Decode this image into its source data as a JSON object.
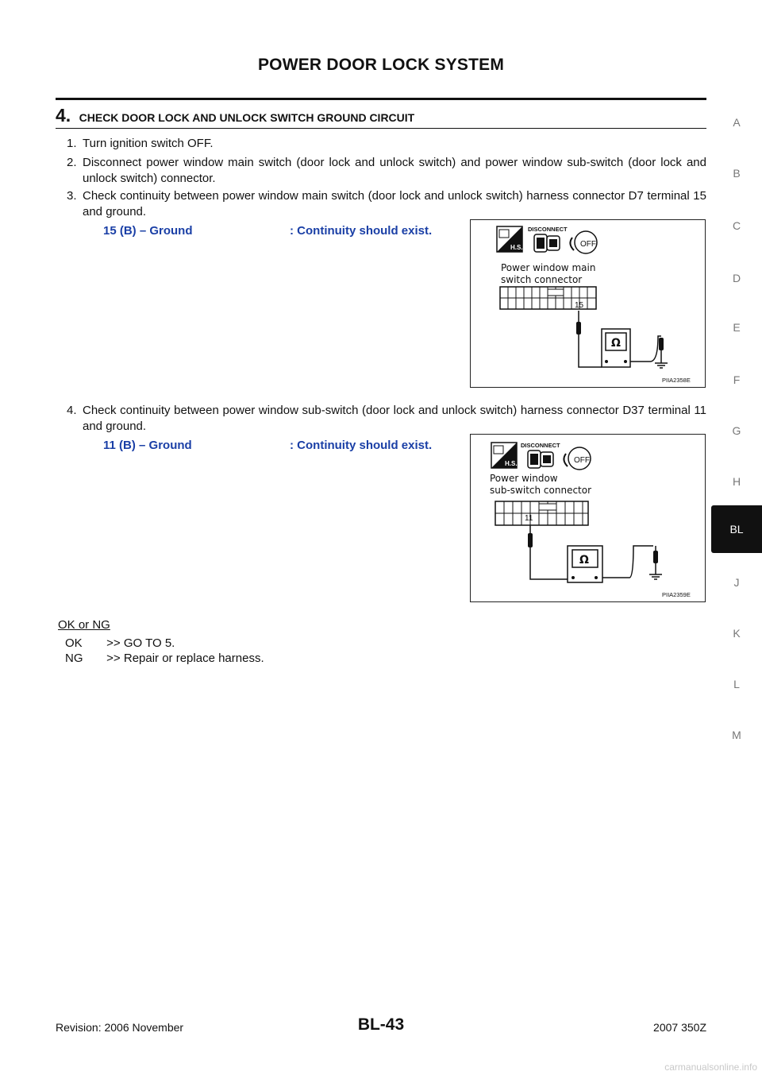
{
  "header": {
    "title": "POWER DOOR LOCK SYSTEM"
  },
  "step": {
    "number": "4.",
    "title": "CHECK DOOR LOCK AND UNLOCK SWITCH GROUND CIRCUIT"
  },
  "instructions": [
    {
      "num": "1.",
      "text": "Turn ignition switch OFF."
    },
    {
      "num": "2.",
      "text": "Disconnect power window main switch (door lock and unlock switch) and power window sub-switch (door lock and unlock switch) connector."
    },
    {
      "num": "3.",
      "text": "Check continuity between power window main switch (door lock and unlock switch) harness connector D7 terminal 15 and ground."
    },
    {
      "num": "4.",
      "text": "Check continuity between power window sub-switch (door lock and unlock switch) harness connector D37 terminal 11 and ground."
    }
  ],
  "checks": [
    {
      "terminal": "15 (B) – Ground",
      "result": ": Continuity should exist."
    },
    {
      "terminal": "11 (B) – Ground",
      "result": ": Continuity should exist."
    }
  ],
  "figures": [
    {
      "label_line1": "Power window main",
      "label_line2": "switch connector",
      "pin": "15",
      "code": "PIIA2358E",
      "disconnect": "DISCONNECT",
      "hs": "H.S.",
      "off": "OFF",
      "ohm": "Ω"
    },
    {
      "label_line1": "Power window",
      "label_line2": "sub-switch connector",
      "pin": "11",
      "code": "PIIA2359E",
      "disconnect": "DISCONNECT",
      "hs": "H.S.",
      "off": "OFF",
      "ohm": "Ω"
    }
  ],
  "ok_ng": {
    "heading": "OK or NG",
    "results": [
      {
        "code": "OK",
        "action": ">> GO TO 5."
      },
      {
        "code": "NG",
        "action": ">> Repair or replace harness."
      }
    ]
  },
  "side_tabs": [
    "A",
    "B",
    "C",
    "D",
    "E",
    "F",
    "G",
    "H",
    "BL",
    "J",
    "K",
    "L",
    "M"
  ],
  "active_tab": "BL",
  "footer": {
    "revision": "Revision: 2006 November",
    "page": "BL-43",
    "model": "2007 350Z"
  },
  "watermark": "carmanualsonline.info"
}
